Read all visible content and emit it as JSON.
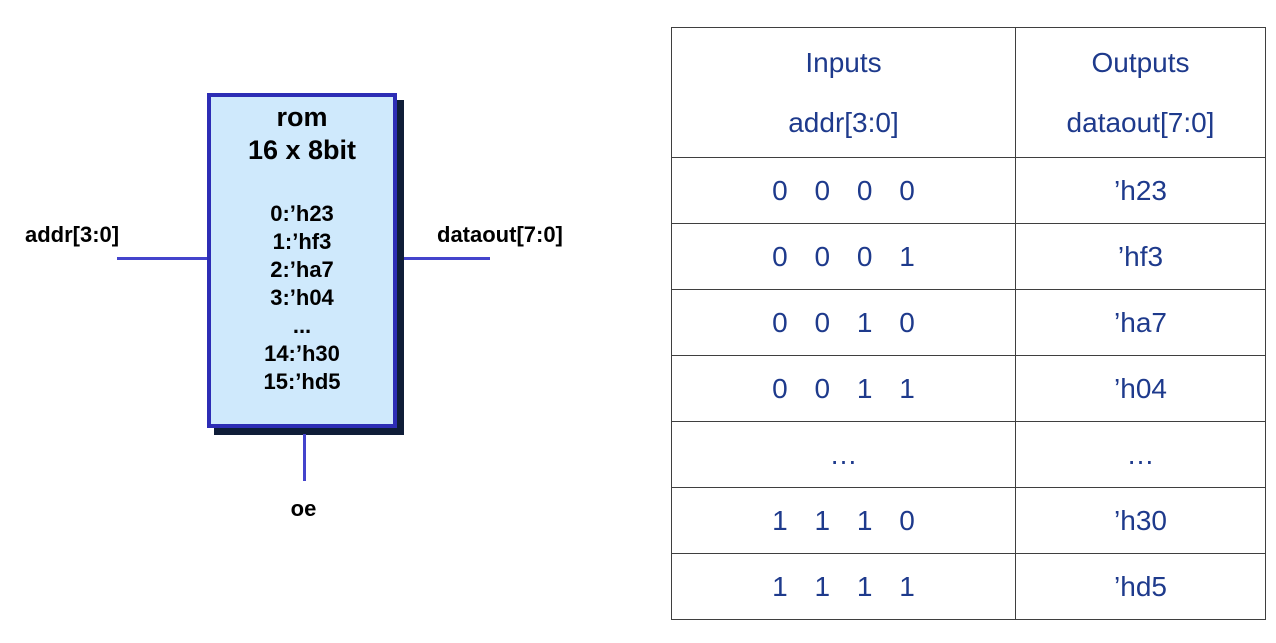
{
  "colors": {
    "box_fill": "#cfe9fc",
    "box_border": "#2d2db5",
    "box_shadow": "#0f1d38",
    "wire_blue": "#4444cc",
    "table_text_navy": "#1e3a8c",
    "table_border": "#3f3f3f",
    "diagram_text": "#000000"
  },
  "diagram": {
    "block": {
      "title_line1": "rom",
      "title_line2": "16 x 8bit",
      "memory_lines": [
        "0:’h23",
        "1:’hf3",
        "2:’ha7",
        "3:’h04",
        "...",
        "14:’h30",
        "15:’hd5"
      ]
    },
    "ports": {
      "input_label": "addr[3:0]",
      "output_label": "dataout[7:0]",
      "enable_label": "oe"
    }
  },
  "table": {
    "header": {
      "inputs_title": "Inputs",
      "inputs_subtitle": "addr[3:0]",
      "outputs_title": "Outputs",
      "outputs_subtitle": "dataout[7:0]"
    },
    "rows": [
      {
        "addr": "0 0 0 0",
        "data": "’h23"
      },
      {
        "addr": "0 0 0 1",
        "data": "’hf3"
      },
      {
        "addr": "0 0 1 0",
        "data": "’ha7"
      },
      {
        "addr": "0 0 1 1",
        "data": "’h04"
      },
      {
        "addr": "…",
        "data": "…"
      },
      {
        "addr": "1 1 1 0",
        "data": "’h30"
      },
      {
        "addr": "1 1 1 1",
        "data": "’hd5"
      }
    ]
  }
}
